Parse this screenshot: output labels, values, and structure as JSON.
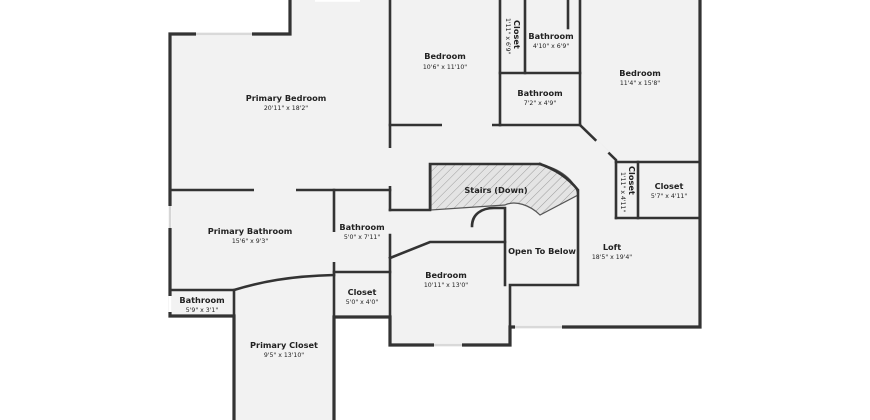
{
  "rooms": [
    {
      "id": "primary-bedroom",
      "name": "Primary Bedroom",
      "dims": "20'11\" x 18'2\""
    },
    {
      "id": "bedroom-1",
      "name": "Bedroom",
      "dims": "10'6\" x 11'10\""
    },
    {
      "id": "closet-1",
      "name": "Closet",
      "dims": "1'11\" x 6'9\""
    },
    {
      "id": "bathroom-1",
      "name": "Bathroom",
      "dims": "4'10\" x 6'9\""
    },
    {
      "id": "bedroom-2",
      "name": "Bedroom",
      "dims": "11'4\" x 15'8\""
    },
    {
      "id": "bathroom-2",
      "name": "Bathroom",
      "dims": "7'2\" x 4'9\""
    },
    {
      "id": "stairs",
      "name": "Stairs (Down)",
      "dims": ""
    },
    {
      "id": "closet-2",
      "name": "Closet",
      "dims": "1'11\" x 4'11\""
    },
    {
      "id": "closet-3",
      "name": "Closet",
      "dims": "5'7\" x 4'11\""
    },
    {
      "id": "primary-bathroom",
      "name": "Primary Bathroom",
      "dims": "15'6\" x 9'3\""
    },
    {
      "id": "bathroom-3",
      "name": "Bathroom",
      "dims": "5'0\" x 7'11\""
    },
    {
      "id": "open-to-below",
      "name": "Open To Below",
      "dims": ""
    },
    {
      "id": "loft",
      "name": "Loft",
      "dims": "18'5\" x 19'4\""
    },
    {
      "id": "bedroom-3",
      "name": "Bedroom",
      "dims": "10'11\" x 13'0\""
    },
    {
      "id": "closet-4",
      "name": "Closet",
      "dims": "5'0\" x 4'0\""
    },
    {
      "id": "bathroom-4",
      "name": "Bathroom",
      "dims": "5'9\" x 3'1\""
    },
    {
      "id": "primary-closet",
      "name": "Primary Closet",
      "dims": "9'5\" x 13'10\""
    }
  ]
}
